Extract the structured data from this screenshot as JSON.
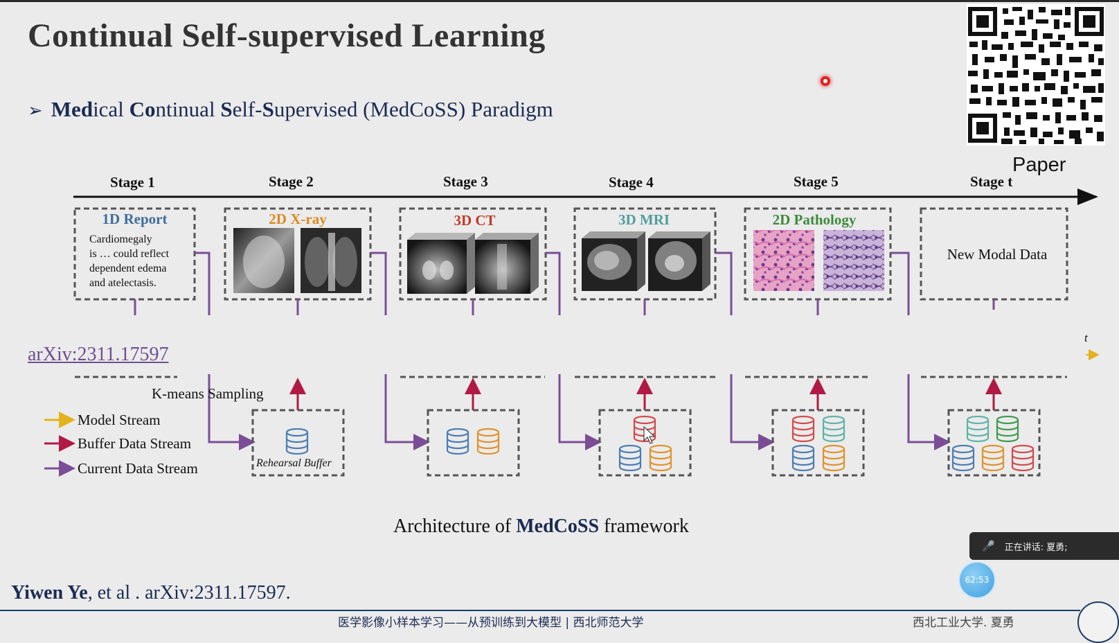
{
  "slide": {
    "title": "Continual Self-supervised Learning",
    "subtitle": {
      "arrow": "➢",
      "parts": [
        "Med",
        "ical ",
        "Co",
        "ntinual ",
        "S",
        "elf-",
        "S",
        "upervised (MedCoSS) Paradigm"
      ]
    },
    "qr_label": "Paper",
    "arxiv_link": "arXiv:2311.17597",
    "caption": {
      "prefix": "Architecture of ",
      "bold": "MedCoSS",
      "suffix": " framework"
    },
    "citation": {
      "author": "Yiwen Ye",
      "rest": ", et al . arXiv:2311.17597."
    },
    "footer": {
      "center": "医学影像小样本学习——从预训练到大模型 | 西北师范大学",
      "right": "西北工业大学. 夏勇"
    }
  },
  "stages": [
    {
      "label": "Stage 1",
      "modality": "1D Report",
      "color": "#3f6c9b",
      "report_lines": [
        "Cardiomegaly",
        "is … could reflect",
        "dependent edema",
        "and atelectasis."
      ]
    },
    {
      "label": "Stage 2",
      "modality": "2D X-ray",
      "color": "#d98a1e"
    },
    {
      "label": "Stage 3",
      "modality": "3D CT",
      "color": "#c0392b"
    },
    {
      "label": "Stage 4",
      "modality": "3D MRI",
      "color": "#4f9e9b"
    },
    {
      "label": "Stage 5",
      "modality": "2D Pathology",
      "color": "#3e8a3e"
    },
    {
      "label": "Stage t",
      "modality": "New Modal Data",
      "color": "#111111"
    }
  ],
  "buffer": {
    "label": "Rehearsal Buffer",
    "sampling_label": "K-means Sampling"
  },
  "legend": [
    {
      "label": "Model Stream",
      "color": "#e3b21c"
    },
    {
      "label": "Buffer Data Stream",
      "color": "#b01a44"
    },
    {
      "label": "Current Data Stream",
      "color": "#7b4d96"
    }
  ],
  "side_label": "t",
  "overlay": {
    "speaking": "正在讲话: 夏勇;",
    "timer": "62:53"
  },
  "colors": {
    "db_blue": "#4a7db3",
    "db_orange": "#e0922b",
    "db_red": "#d24a4a",
    "db_teal": "#5fb3a8",
    "db_green": "#3f9a4f",
    "current_stream": "#7b4d96",
    "buffer_stream": "#b01a44"
  },
  "icons": {
    "database": "database-icon",
    "microphone": "mic-off-icon",
    "laser": "laser-pointer-icon",
    "qr": "qr-code-icon"
  }
}
